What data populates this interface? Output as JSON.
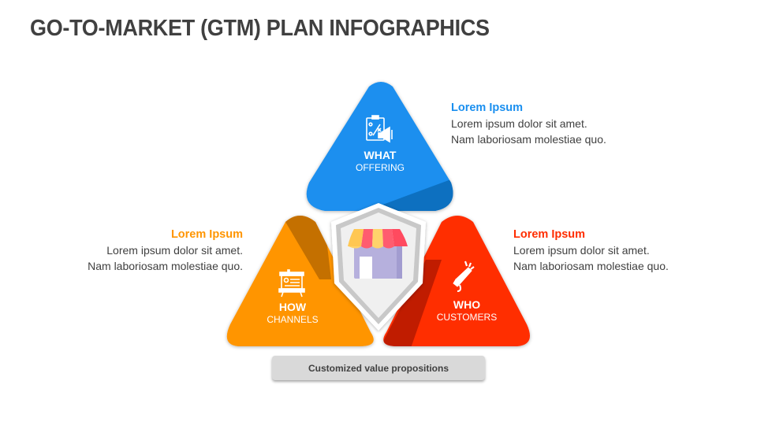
{
  "title": "GO-TO-MARKET (GTM) PLAN INFOGRAPHICS",
  "colors": {
    "what": "#1a8fef",
    "what_dark": "#0d6fc0",
    "how": "#ff9500",
    "how_dark": "#c46f00",
    "who": "#ff2d00",
    "who_dark": "#c01c00",
    "shield": "#f0f0f0",
    "text": "#404040"
  },
  "segments": {
    "what": {
      "line1": "WHAT",
      "line2": "OFFERING",
      "icon": "strategy-board-megaphone-icon",
      "heading": "Lorem Ipsum",
      "body_line1": "Lorem ipsum dolor sit amet.",
      "body_line2": "Nam laboriosam molestiae quo."
    },
    "how": {
      "line1": "HOW",
      "line2": "CHANNELS",
      "icon": "presentation-board-icon",
      "heading": "Lorem Ipsum",
      "body_line1": "Lorem ipsum dolor sit amet.",
      "body_line2": "Nam laboriosam molestiae quo."
    },
    "who": {
      "line1": "WHO",
      "line2": "CUSTOMERS",
      "icon": "megaphone-icon",
      "heading": "Lorem Ipsum",
      "body_line1": "Lorem ipsum dolor sit amet.",
      "body_line2": "Nam laboriosam molestiae quo."
    }
  },
  "center": {
    "icon": "storefront-icon"
  },
  "footer": {
    "label": "Customized value propositions"
  }
}
